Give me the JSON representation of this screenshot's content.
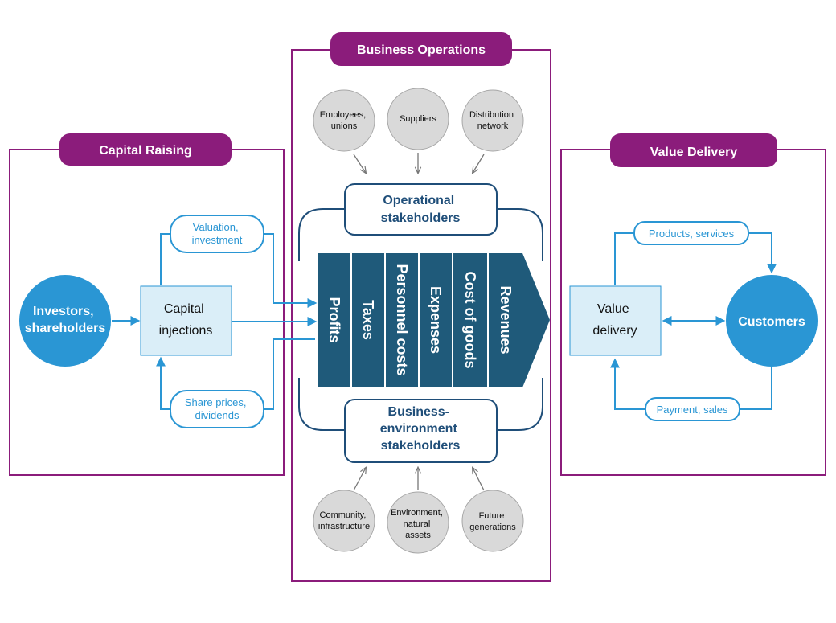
{
  "sections": {
    "capital_raising": "Capital Raising",
    "business_operations": "Business Operations",
    "value_delivery": "Value Delivery"
  },
  "capital": {
    "investors": [
      "Investors,",
      "shareholders"
    ],
    "injections": [
      "Capital",
      "injections"
    ],
    "valuation": [
      "Valuation,",
      "investment"
    ],
    "share_prices": [
      "Share prices,",
      "dividends"
    ]
  },
  "operations": {
    "top_circles": [
      [
        "Employees,",
        "unions"
      ],
      [
        "Suppliers"
      ],
      [
        "Distribution",
        "network"
      ]
    ],
    "operational_stakeholders": [
      "Operational",
      "stakeholders"
    ],
    "columns": [
      "Profits",
      "Taxes",
      "Personnel costs",
      "Expenses",
      "Cost of goods",
      "Revenues"
    ],
    "business_env_stakeholders": [
      "Business-",
      "environment",
      "stakeholders"
    ],
    "bottom_circles": [
      [
        "Community,",
        "infrastructure"
      ],
      [
        "Environment,",
        "natural",
        "assets"
      ],
      [
        "Future",
        "generations"
      ]
    ]
  },
  "delivery": {
    "value_delivery": [
      "Value",
      "delivery"
    ],
    "customers": "Customers",
    "products_services": "Products, services",
    "payment_sales": "Payment, sales"
  },
  "colors": {
    "magenta": "#8b1c7b",
    "dark_teal": "#1f4e79",
    "column_fill": "#1f5a7a",
    "blue": "#2a96d4",
    "light_blue_fill": "#daeef8",
    "circle_gray": "#d9d9d9"
  }
}
